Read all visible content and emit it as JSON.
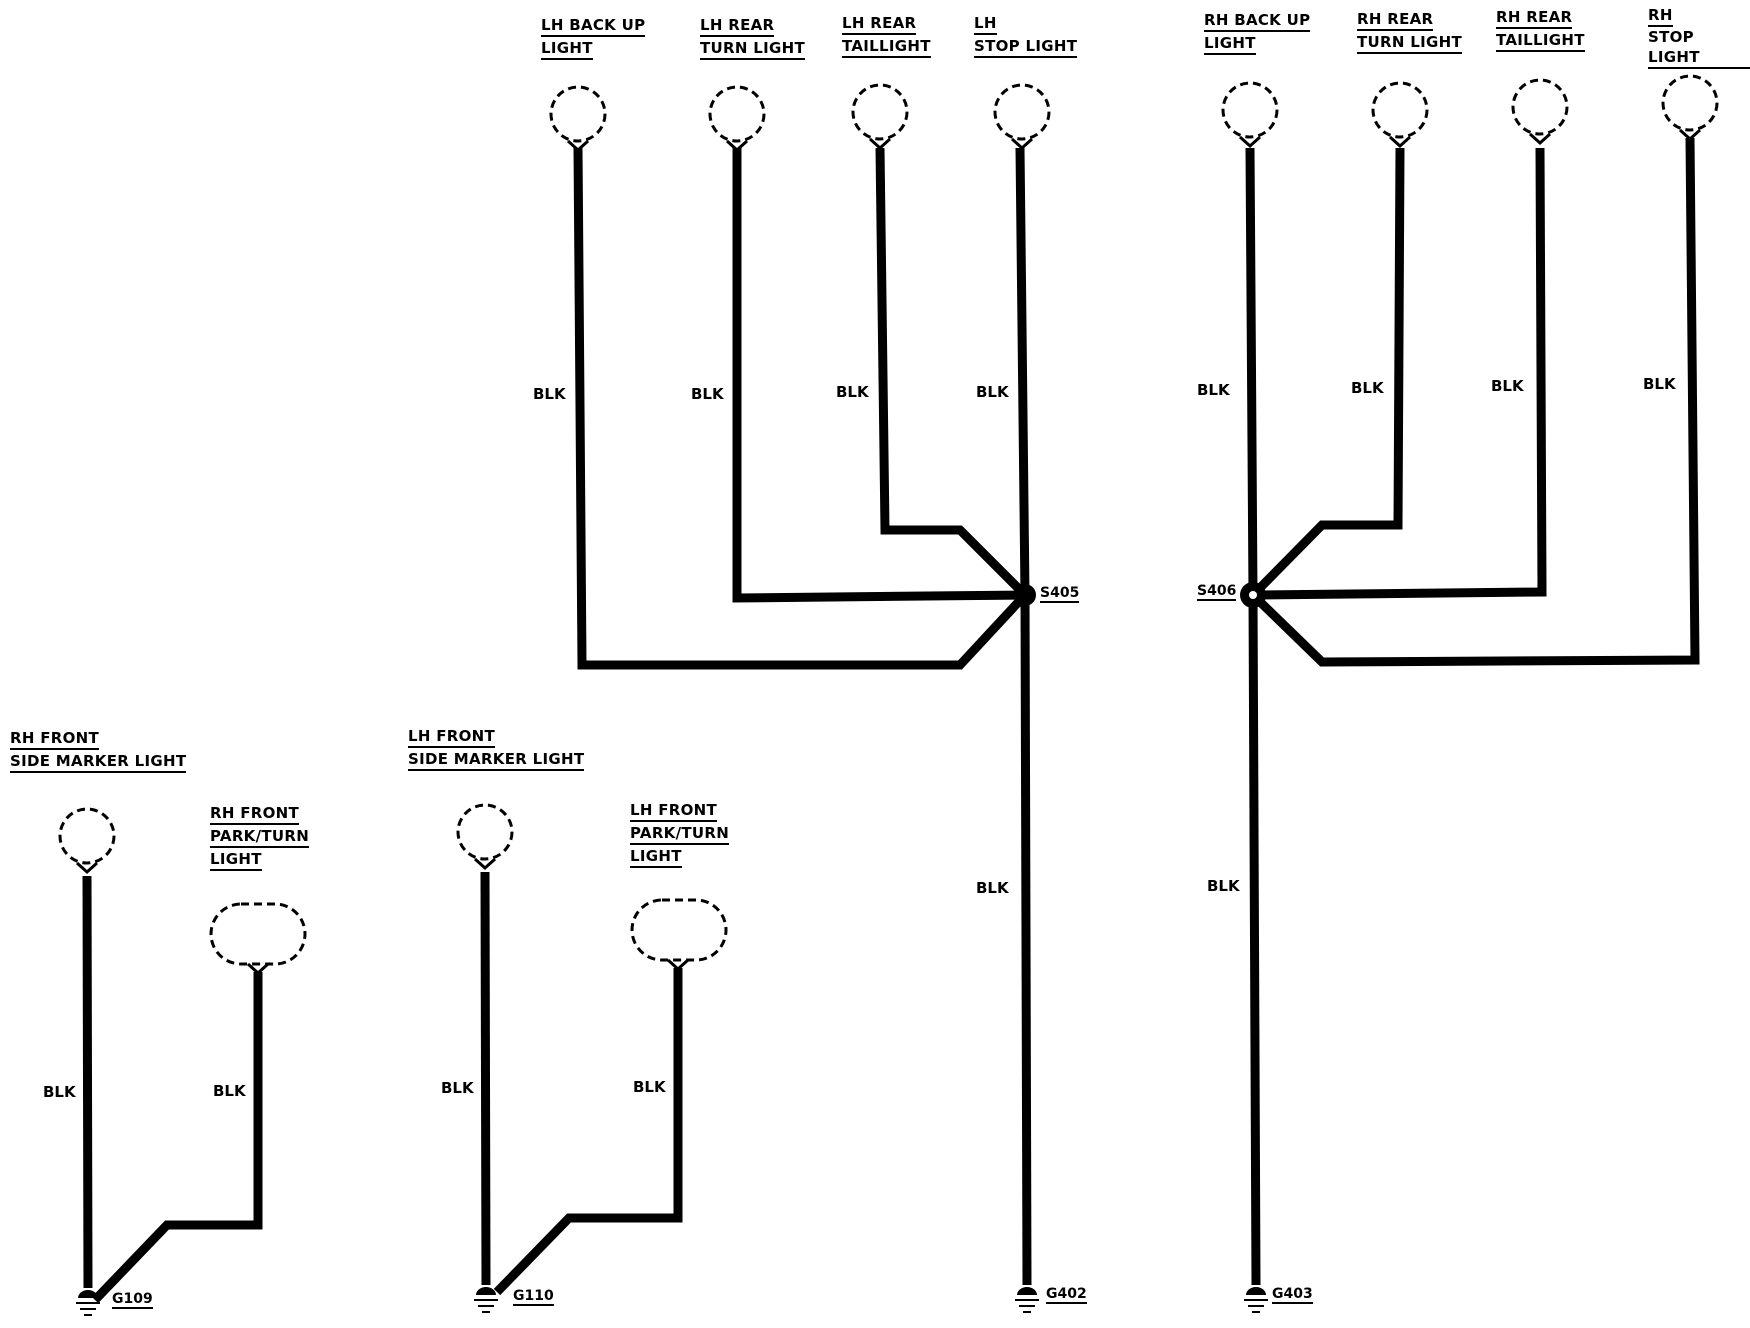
{
  "components": {
    "lh_back_up_light": [
      "LH BACK UP",
      "LIGHT"
    ],
    "lh_rear_turn_light": [
      "LH REAR",
      "TURN LIGHT"
    ],
    "lh_rear_taillight": [
      "LH REAR",
      "TAILLIGHT"
    ],
    "lh_stop_light": [
      "LH",
      "STOP LIGHT"
    ],
    "rh_back_up_light": [
      "RH BACK UP",
      "LIGHT"
    ],
    "rh_rear_turn_light": [
      "RH REAR",
      "TURN LIGHT"
    ],
    "rh_rear_taillight": [
      "RH REAR",
      "TAILLIGHT"
    ],
    "rh_stop_light": [
      "RH",
      "STOP LIGHT"
    ],
    "rh_front_side_marker": [
      "RH FRONT",
      "SIDE MARKER LIGHT"
    ],
    "rh_front_park_turn": [
      "RH FRONT",
      "PARK/TURN",
      "LIGHT"
    ],
    "lh_front_side_marker": [
      "LH FRONT",
      "SIDE MARKER LIGHT"
    ],
    "lh_front_park_turn": [
      "LH FRONT",
      "PARK/TURN",
      "LIGHT"
    ]
  },
  "wire_color": "BLK",
  "splices": {
    "s405": "S405",
    "s406": "S406"
  },
  "grounds": {
    "g109": "G109",
    "g110": "G110",
    "g402": "G402",
    "g403": "G403"
  }
}
